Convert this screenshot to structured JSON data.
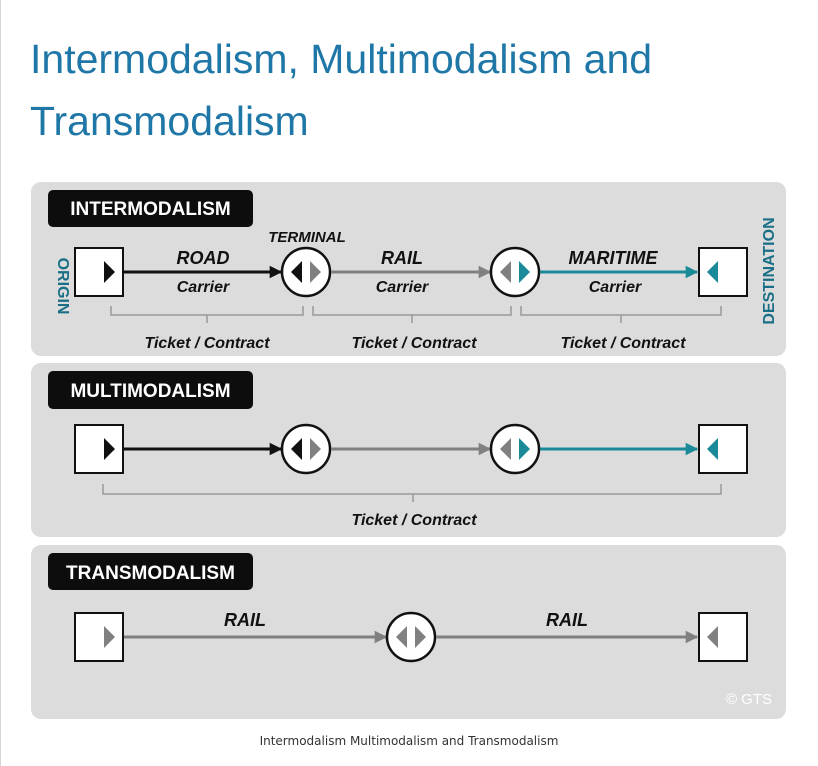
{
  "page": {
    "title_line1": "Intermodalism, Multimodalism and",
    "title_line2": "Transmodalism",
    "caption": "Intermodalism Multimodalism and Transmodalism"
  },
  "diagram": {
    "origin_label": "ORIGIN",
    "destination_label": "DESTINATION",
    "copyright": "© GTS",
    "colors": {
      "road": "#111111",
      "rail": "#808080",
      "maritime": "#1a8a98",
      "panel": "#dcdcdc",
      "bracket": "#9a9a9a",
      "side_label": "#1a6f86"
    },
    "intermodalism": {
      "name": "INTERMODALISM",
      "terminal_label": "TERMINAL",
      "legs": [
        {
          "mode": "ROAD",
          "operator": "Carrier",
          "ticket": "Ticket / Contract"
        },
        {
          "mode": "RAIL",
          "operator": "Carrier",
          "ticket": "Ticket / Contract"
        },
        {
          "mode": "MARITIME",
          "operator": "Carrier",
          "ticket": "Ticket / Contract"
        }
      ]
    },
    "multimodalism": {
      "name": "MULTIMODALISM",
      "ticket": "Ticket / Contract"
    },
    "transmodalism": {
      "name": "TRANSMODALISM",
      "legs": [
        {
          "mode": "RAIL"
        },
        {
          "mode": "RAIL"
        }
      ]
    }
  }
}
